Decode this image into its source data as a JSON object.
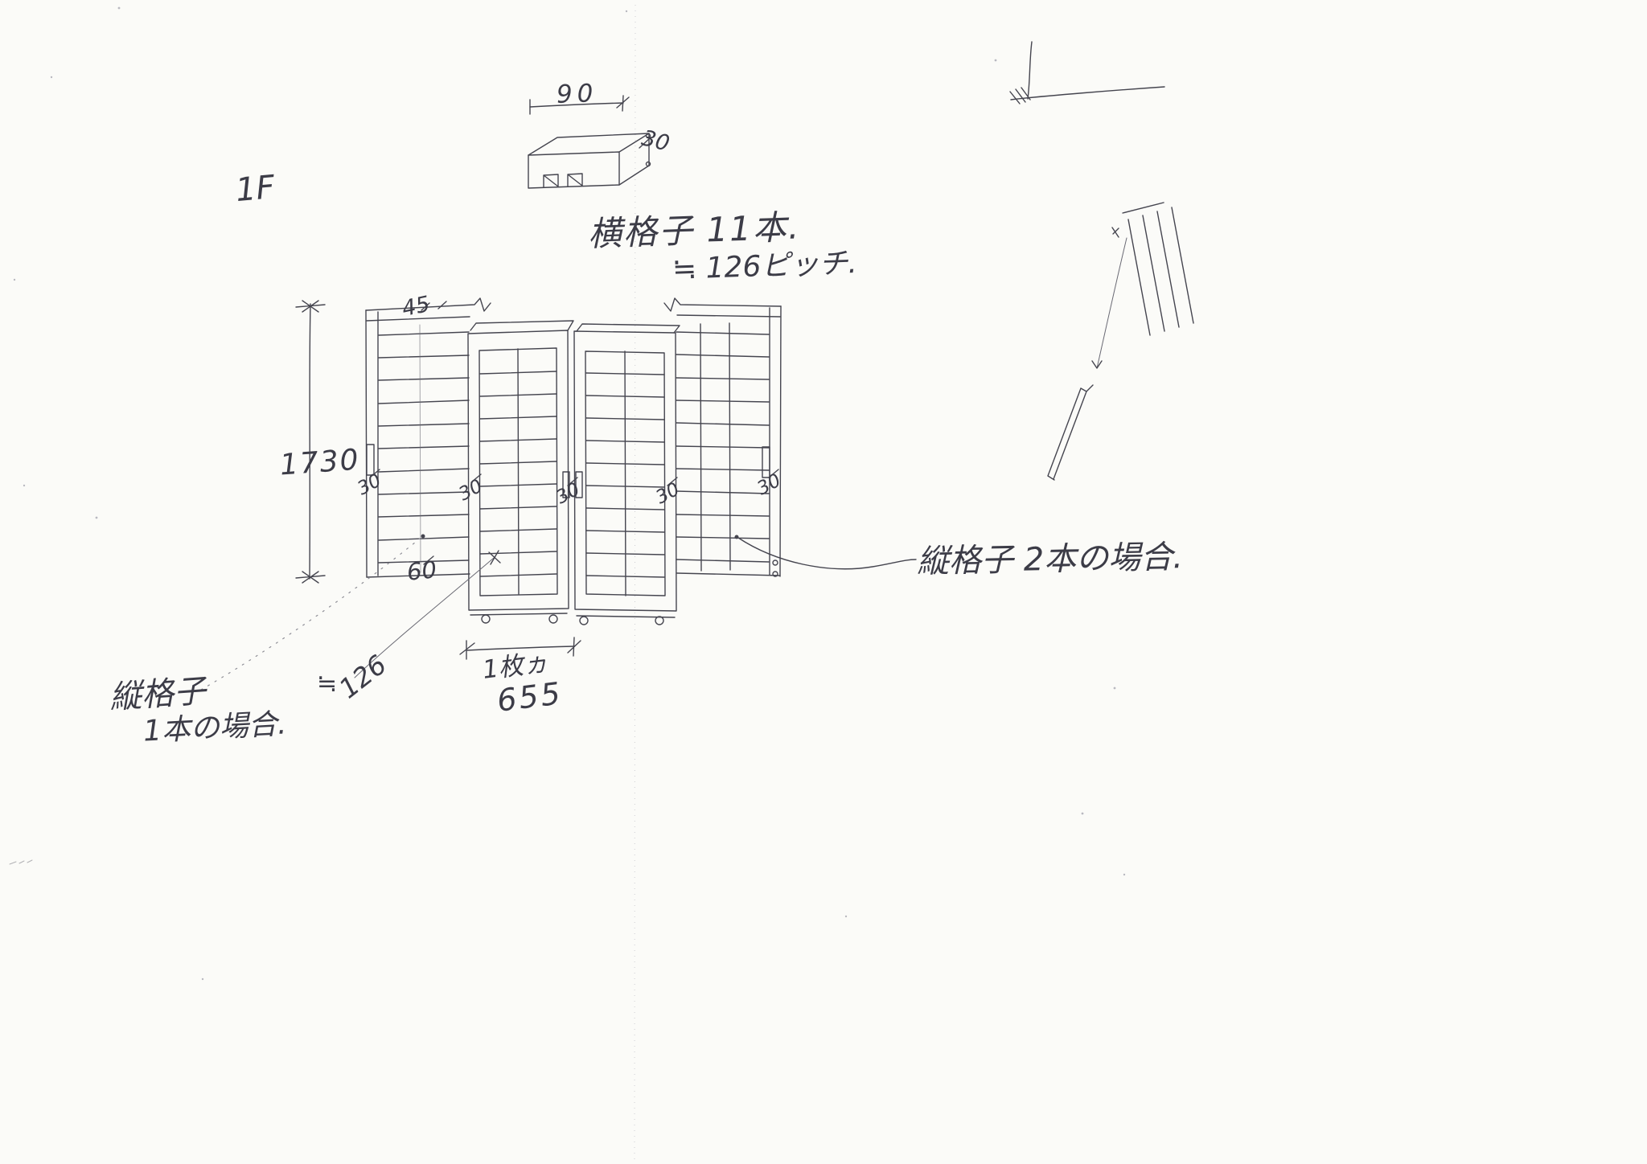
{
  "colors": {
    "paper": "#fbfbf8",
    "ink": "#45454f",
    "faint": "#8f8f97"
  },
  "labels": {
    "floor": "1F",
    "horizontal_lattice_note": "横格子  11本.",
    "pitch_note": "≒ 126ピッチ.",
    "right_case_note": "縦格子  2本の場合.",
    "left_case_note_line1": "縦格子",
    "left_case_note_line2": "1本の場合."
  },
  "dimensions": {
    "overall_height": "1730",
    "top_rail_width": "45",
    "stile_widths": [
      "30",
      "30",
      "30",
      "30",
      "30"
    ],
    "bottom_value": "60",
    "panel_width_caption": "1枚ヵ",
    "panel_width": "655",
    "approx_sign": "≒",
    "pitch": "126",
    "detail_width": "90",
    "detail_thickness": "30"
  }
}
